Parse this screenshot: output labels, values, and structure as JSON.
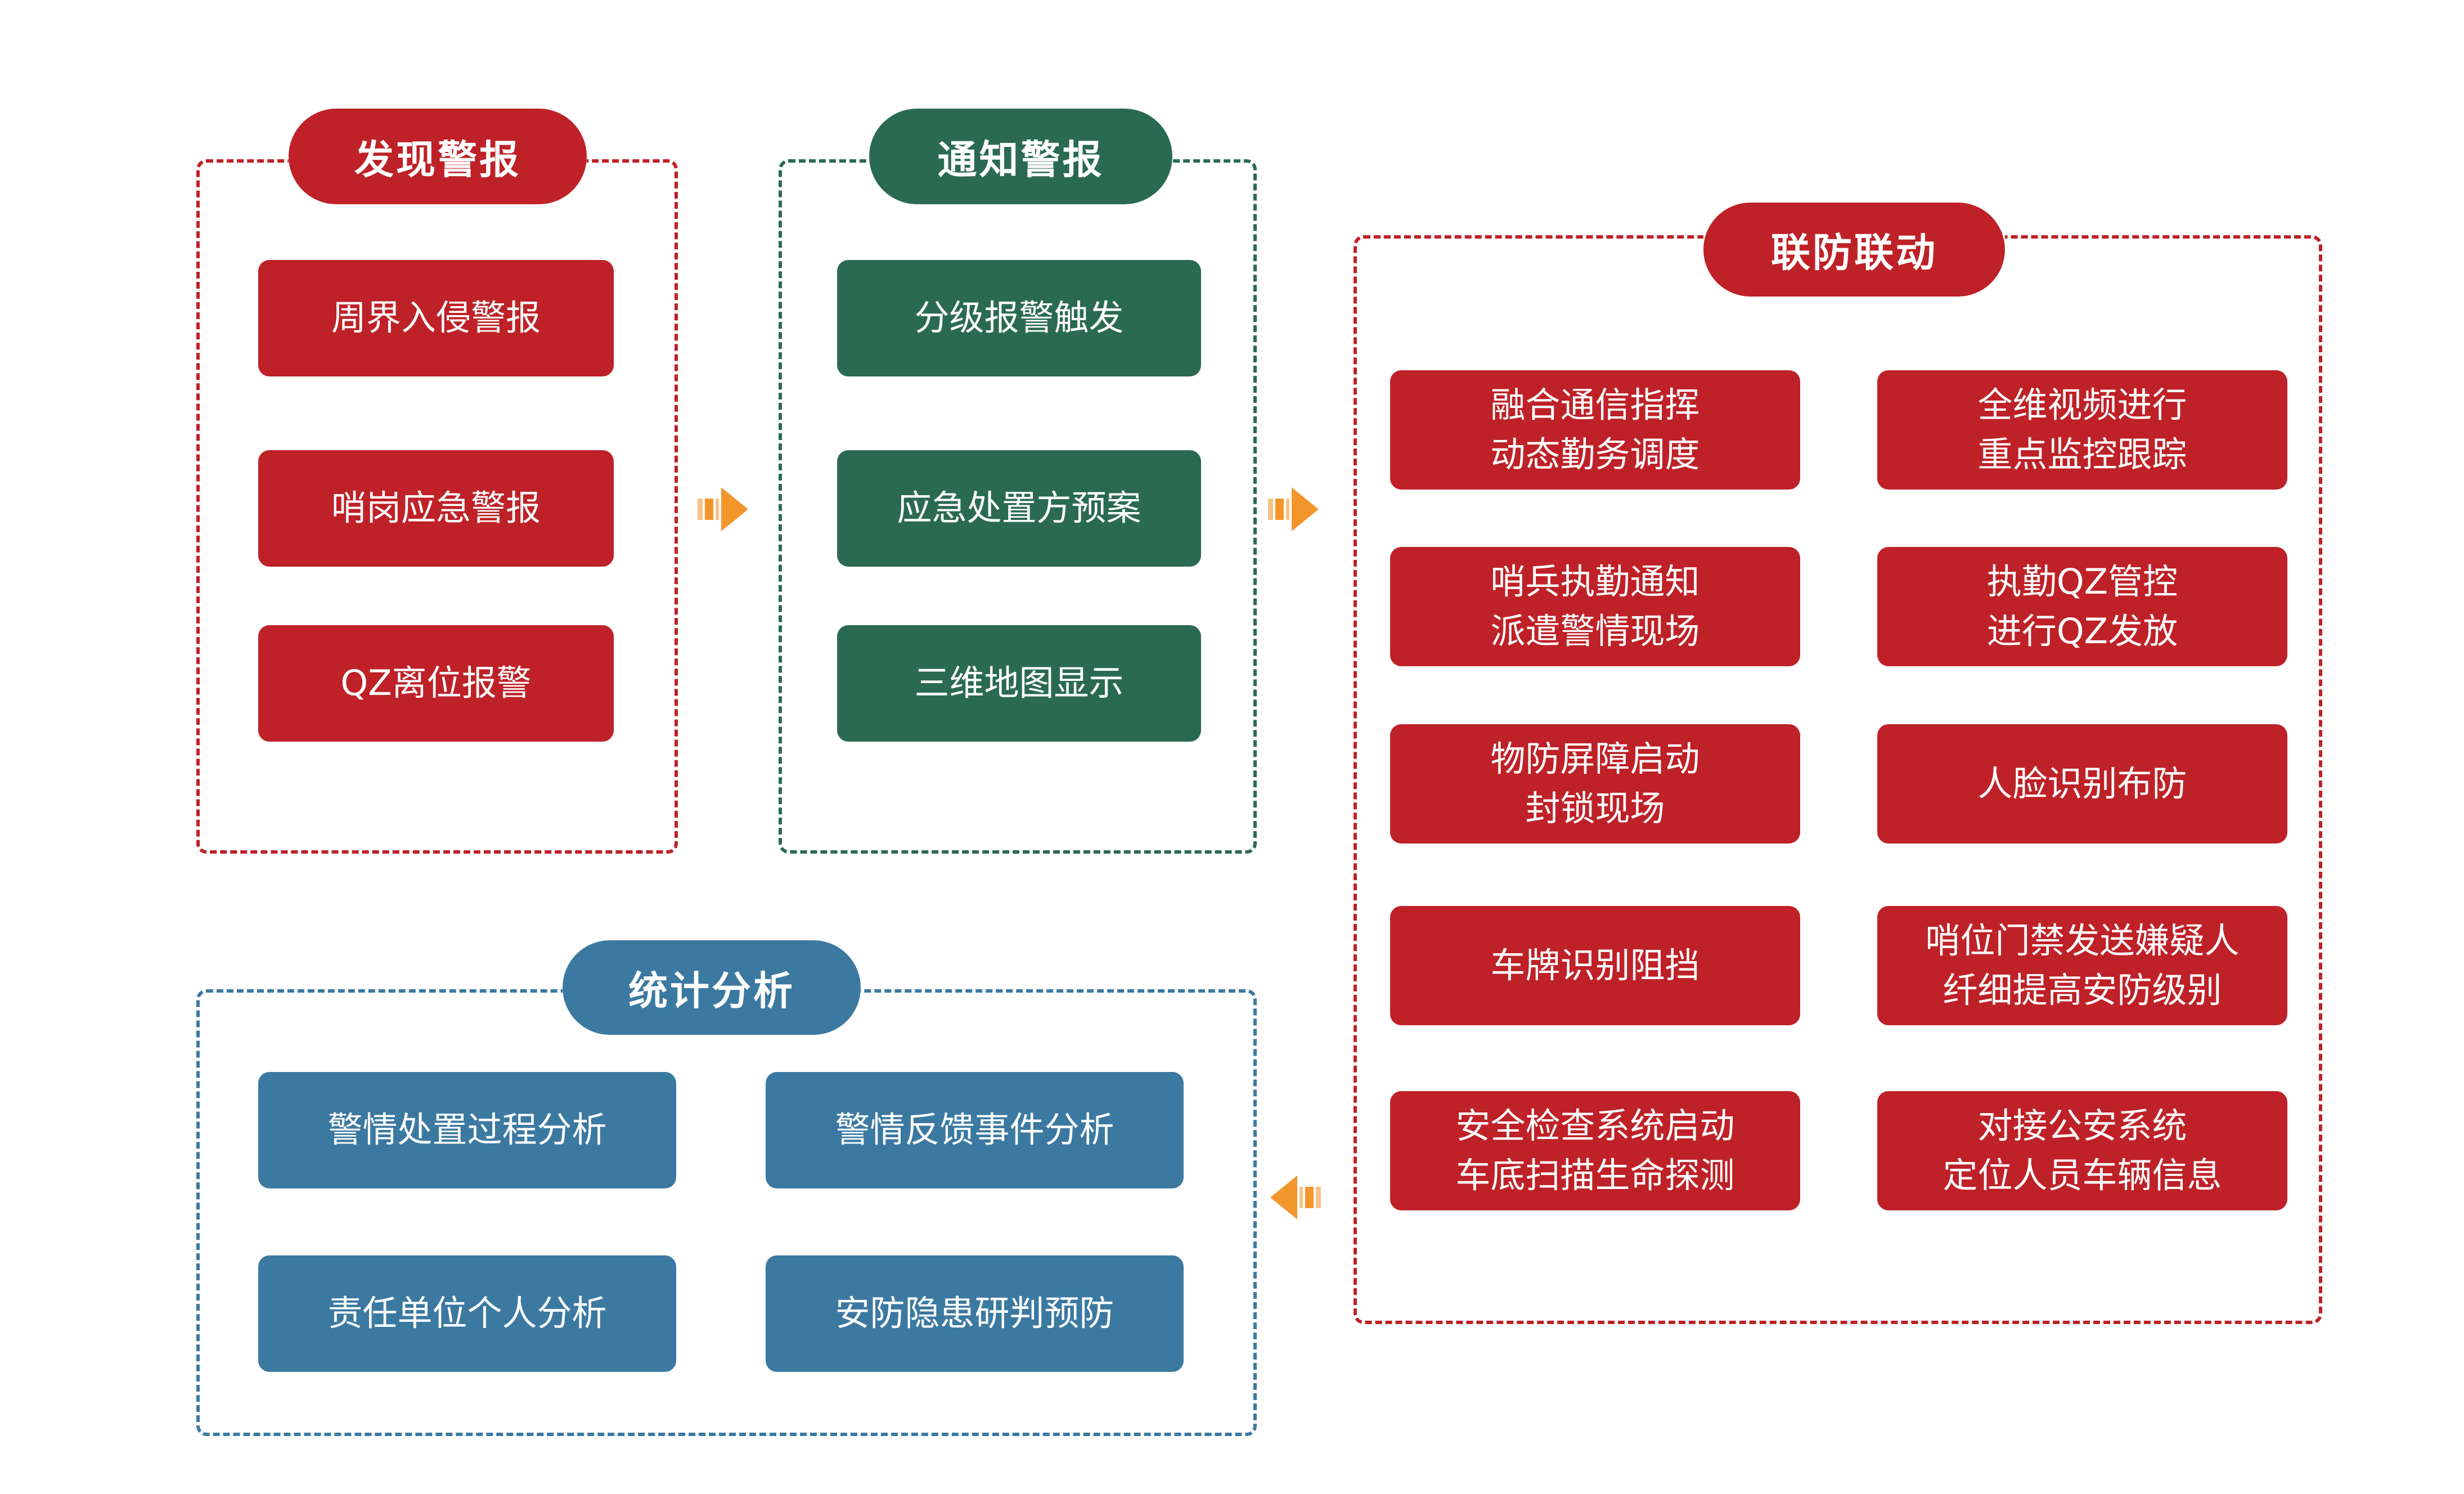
{
  "diagram": {
    "background": "#ffffff",
    "colors": {
      "red": "#BE2127",
      "green": "#2B6A52",
      "blue": "#3B79A1",
      "arrow_orange": "#F2952B",
      "arrow_orange_light": "#F7C289"
    },
    "sections": {
      "discover": {
        "title": "发现警报",
        "items": [
          "周界入侵警报",
          "哨岗应急警报",
          "QZ离位报警"
        ]
      },
      "notify": {
        "title": "通知警报",
        "items": [
          "分级报警触发",
          "应急处置方预案",
          "三维地图显示"
        ]
      },
      "joint": {
        "title": "联防联动",
        "items": [
          "融合通信指挥\n动态勤务调度",
          "全维视频进行\n重点监控跟踪",
          "哨兵执勤通知\n派遣警情现场",
          "执勤QZ管控\n进行QZ发放",
          "物防屏障启动\n封锁现场",
          "人脸识别布防",
          "车牌识别阻挡",
          "哨位门禁发送嫌疑人\n纤细提高安防级别",
          "安全检查系统启动\n车底扫描生命探测",
          "对接公安系统\n定位人员车辆信息"
        ]
      },
      "stats": {
        "title": "统计分析",
        "items": [
          "警情处置过程分析",
          "警情反馈事件分析",
          "责任单位个人分析",
          "安防隐患研判预防"
        ]
      }
    },
    "arrows": [
      {
        "direction": "right"
      },
      {
        "direction": "right"
      },
      {
        "direction": "left"
      }
    ]
  }
}
